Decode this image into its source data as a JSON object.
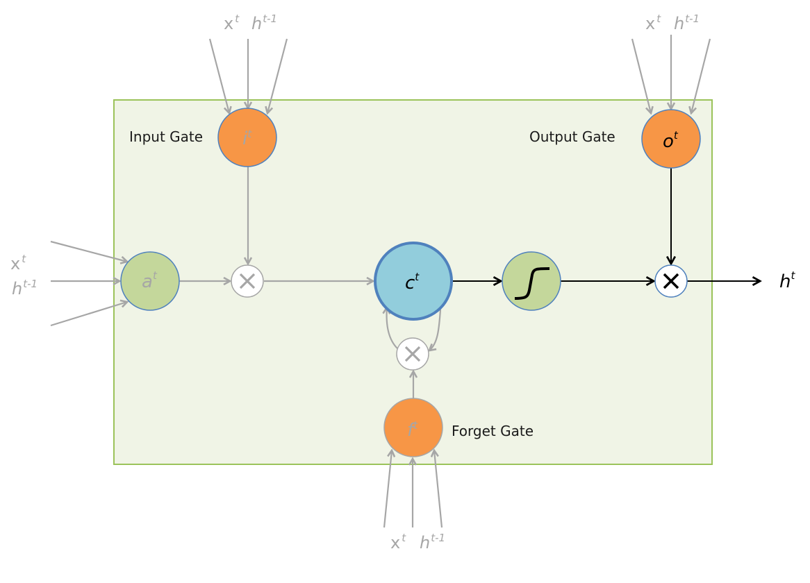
{
  "title": "LSTM cell diagram",
  "colors": {
    "cell_background": "#f0f4e6",
    "cell_border": "#9bc35a",
    "gate_fill": "#f79646",
    "input_node_fill": "#c4d79b",
    "cell_state_fill": "#92cddc",
    "node_stroke": "#4f81bd",
    "gray_arrow": "#a6a6a6",
    "black_arrow": "#000000"
  },
  "inputs": {
    "x": "x",
    "x_sup": "t",
    "h": "h",
    "h_sup": "t-1"
  },
  "gates": {
    "input": {
      "label": "Input Gate",
      "symbol": "i",
      "sup": "t"
    },
    "output": {
      "label": "Output Gate",
      "symbol": "o",
      "sup": "t"
    },
    "forget": {
      "label": "Forget Gate",
      "symbol": "f",
      "sup": "t"
    }
  },
  "nodes": {
    "block_input": {
      "symbol": "a",
      "sup": "t"
    },
    "cell_state": {
      "symbol": "c",
      "sup": "t"
    },
    "activation": {
      "name": "tanh",
      "icon": "sigmoid-curve-icon"
    },
    "multiply_icon": "multiply-icon"
  },
  "output": {
    "symbol": "h",
    "sup": "t"
  }
}
